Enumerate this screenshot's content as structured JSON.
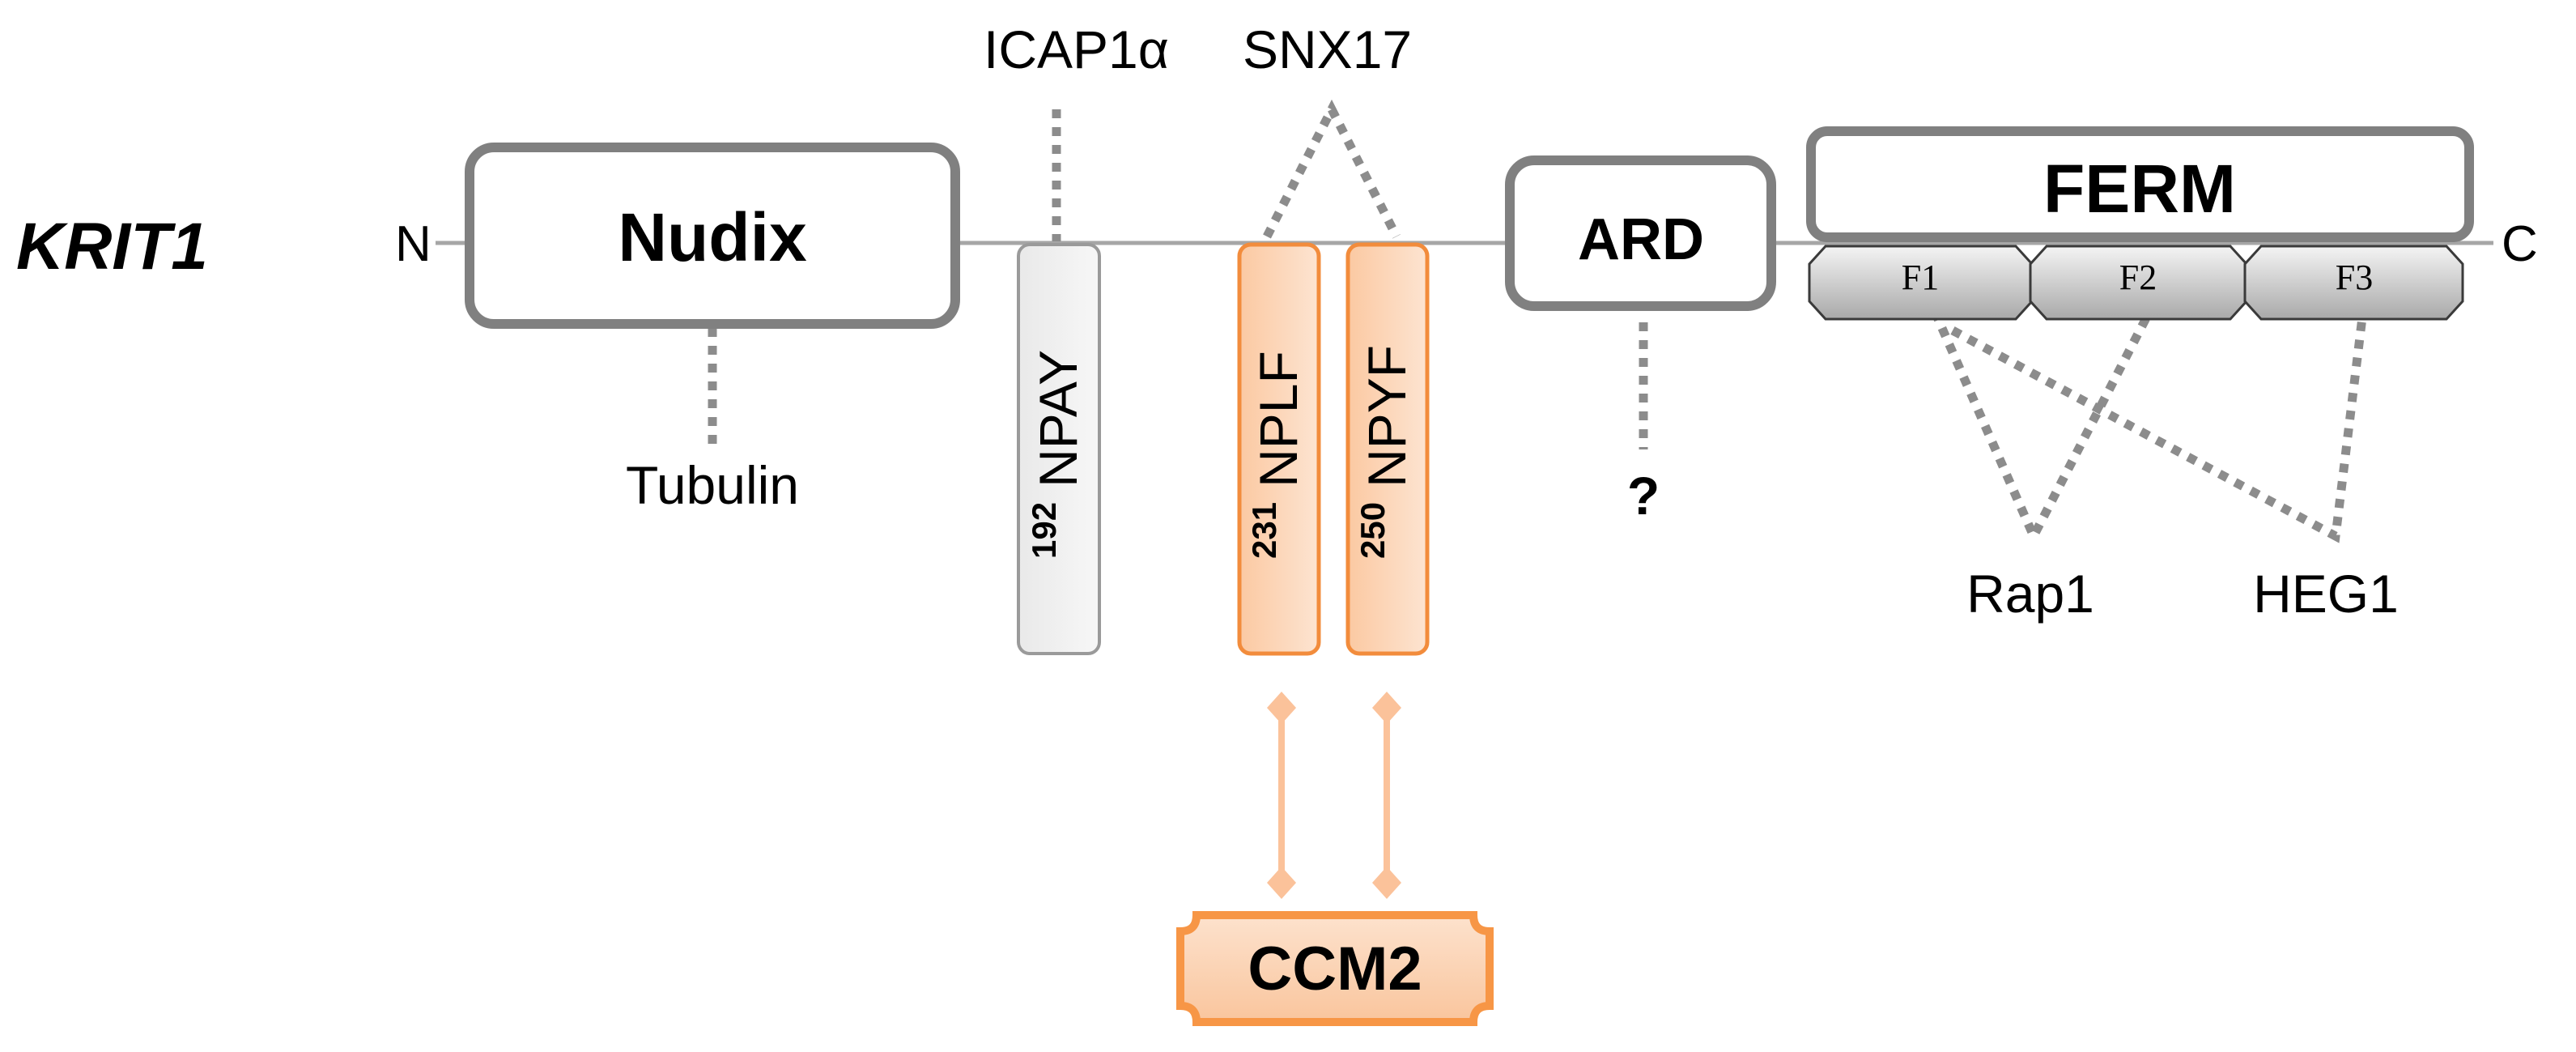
{
  "protein": "KRIT1",
  "n_terminus": "N",
  "c_terminus": "C",
  "domains": {
    "nudix": "Nudix",
    "ard": "ARD",
    "ferm": "FERM",
    "f1": "F1",
    "f2": "F2",
    "f3": "F3"
  },
  "motifs": [
    {
      "position": "192",
      "sequence": "NPAY"
    },
    {
      "position": "231",
      "sequence": "NPLF"
    },
    {
      "position": "250",
      "sequence": "NPYF"
    }
  ],
  "partners": {
    "icap1a": "ICAP1α",
    "snx17": "SNX17",
    "tubulin": "Tubulin",
    "unknown": "?",
    "rap1": "Rap1",
    "heg1": "HEG1",
    "ccm2": "CCM2"
  },
  "colors": {
    "backbone": "#a6a6a6",
    "domain_border": "#808080",
    "motif_orange_fill": "#fbd3b3",
    "motif_orange_border": "#f28c3c",
    "ccm2_border": "#f79646",
    "arrow": "#fbc29a"
  }
}
